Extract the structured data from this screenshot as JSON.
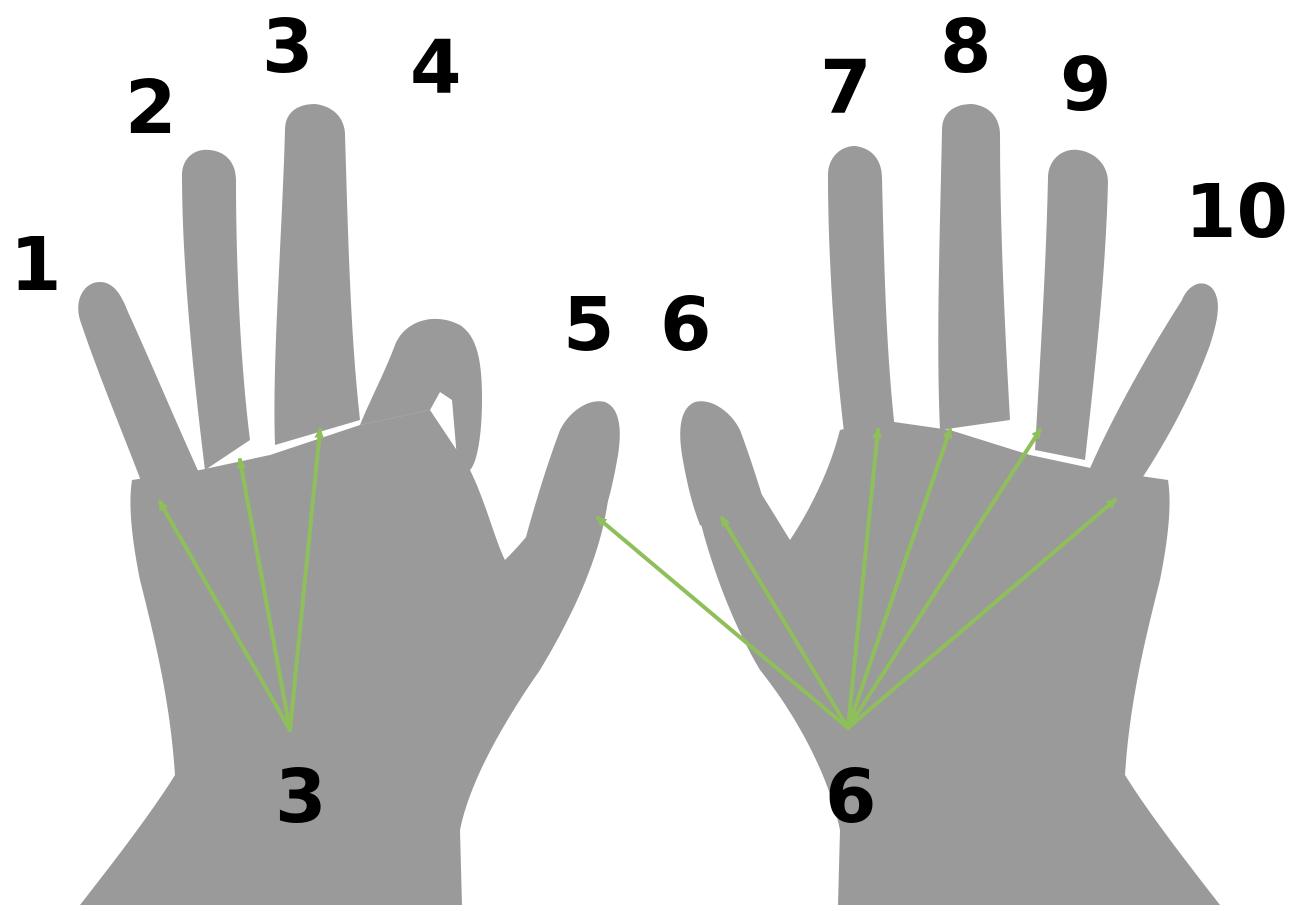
{
  "colors": {
    "hand": "#9a9a9a",
    "arrow": "#8fbf5a",
    "text": "#000000",
    "background": "#ffffff"
  },
  "left_hand": {
    "finger_labels": [
      "1",
      "2",
      "3",
      "4",
      "5"
    ],
    "palm_label": "3"
  },
  "right_hand": {
    "finger_labels": [
      "6",
      "7",
      "8",
      "9",
      "10"
    ],
    "palm_label": "6"
  }
}
